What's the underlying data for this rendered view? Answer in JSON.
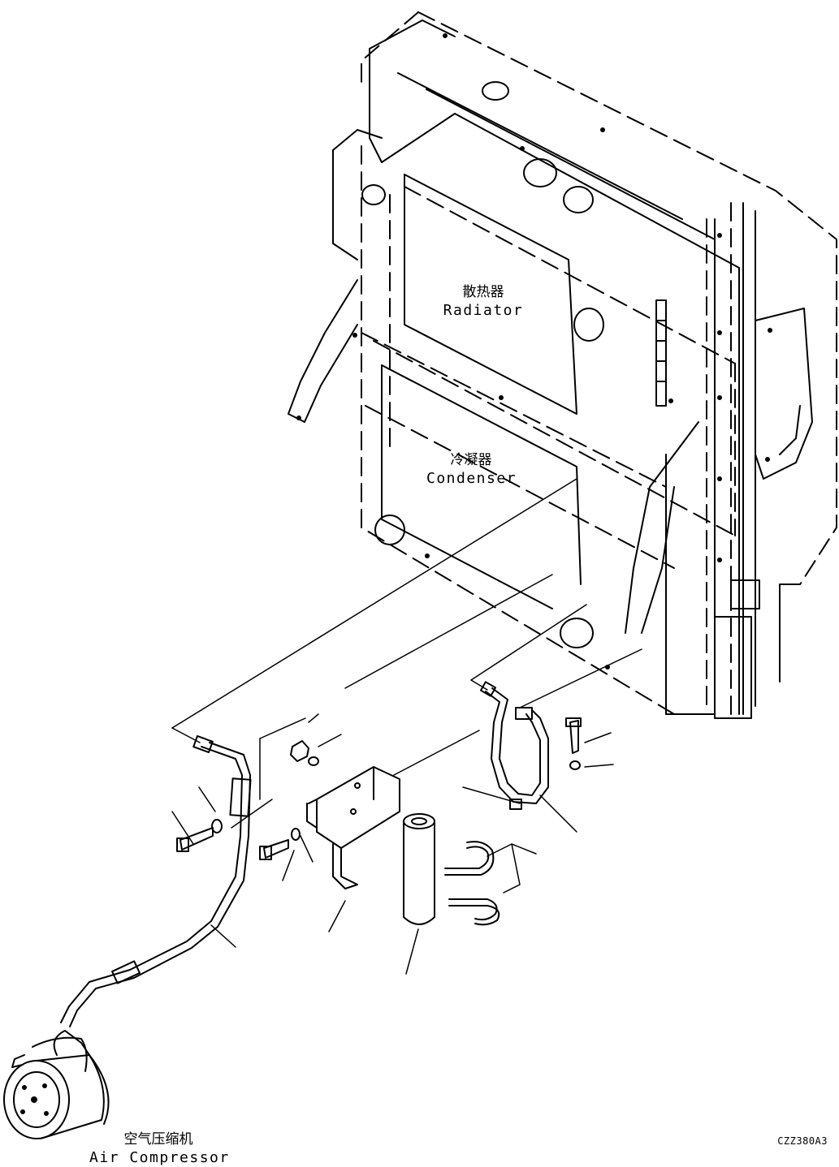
{
  "labels": {
    "radiator": {
      "zh": "散热器",
      "en": "Radiator"
    },
    "condenser": {
      "zh": "冷凝器",
      "en": "Condenser"
    },
    "air_compressor": {
      "zh": "空气压缩机",
      "en": "Air Compressor"
    }
  },
  "drawing_code": "CZZ380A3"
}
